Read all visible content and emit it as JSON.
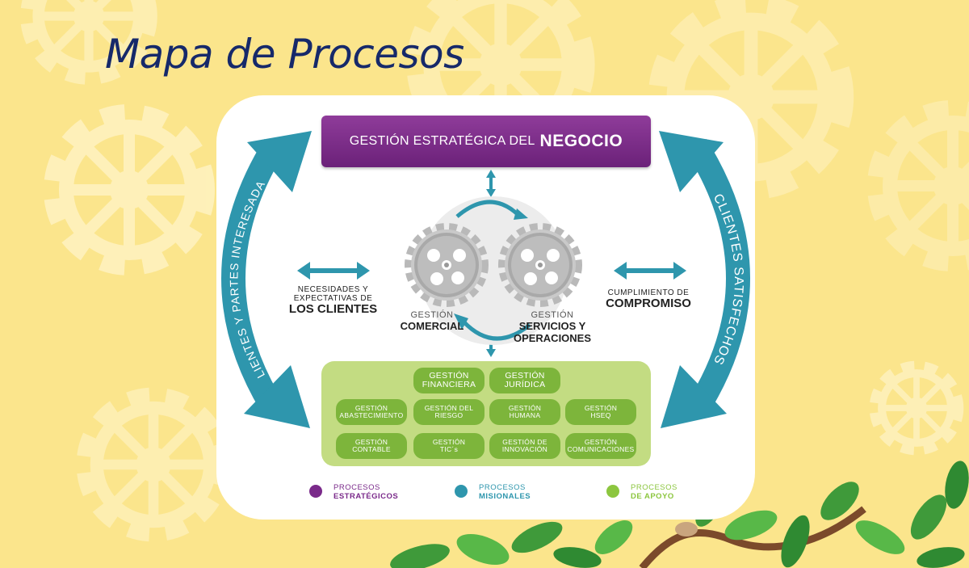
{
  "title": "Mapa de Procesos",
  "strategic": {
    "prefix": "GESTIÓN ESTRATÉGICA DEL",
    "emphasis": "NEGOCIO"
  },
  "left_arrow_label": "CLIENTES Y PARTES INTERESADAS",
  "right_arrow_label": "CLIENTES SATISFECHOS",
  "left_text": {
    "small": "NECESIDADES Y EXPECTATIVAS DE",
    "bold": "LOS CLIENTES"
  },
  "right_text": {
    "small": "CUMPLIMIENTO DE",
    "bold": "COMPROMISO"
  },
  "gear_commercial": {
    "small": "GESTIÓN",
    "bold": "COMERCIAL"
  },
  "gear_services": {
    "small": "GESTIÓN",
    "bold1": "SERVICIOS Y",
    "bold2": "OPERACIONES"
  },
  "support_processes": [
    {
      "line1": "GESTIÓN",
      "line2": "FINANCIERA"
    },
    {
      "line1": "GESTIÓN",
      "line2": "JURÍDICA"
    },
    {
      "line1": "GESTIÓN",
      "line2": "ABASTECIMIENTO"
    },
    {
      "line1": "GESTIÓN DEL",
      "line2": "RIESGO"
    },
    {
      "line1": "GESTIÓN",
      "line2": "HUMANA"
    },
    {
      "line1": "GESTIÓN",
      "line2": "HSEQ"
    },
    {
      "line1": "GESTIÓN",
      "line2": "CONTABLE"
    },
    {
      "line1": "GESTIÓN",
      "line2": "TIC´s"
    },
    {
      "line1": "GESTIÓN DE",
      "line2": "INNOVACIÓN"
    },
    {
      "line1": "GESTIÓN",
      "line2": "COMUNICACIONES"
    }
  ],
  "legend": [
    {
      "top": "PROCESOS",
      "bottom": "ESTRATÉGICOS",
      "color": "#7a2a8a"
    },
    {
      "top": "PROCESOS",
      "bottom": "MISIONALES",
      "color": "#2e96ad"
    },
    {
      "top": "PROCESOS",
      "bottom": "DE APOYO",
      "color": "#8cc63f"
    }
  ],
  "colors": {
    "background": "#fbe58c",
    "title": "#16296a",
    "strategic": "#7a2a8a",
    "mission_arrows": "#2e96ad",
    "support_box": "#c3dc82",
    "support_pill": "#7db53b"
  }
}
